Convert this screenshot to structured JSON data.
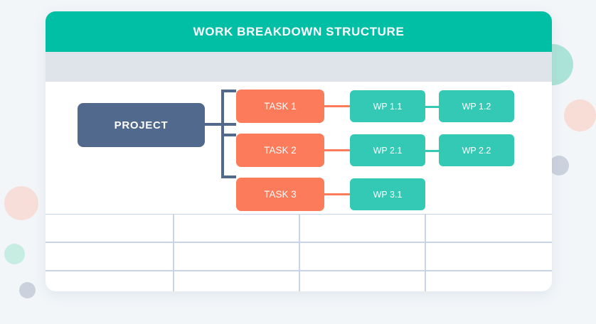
{
  "page": {
    "background_color": "#f2f6f9"
  },
  "card": {
    "header": {
      "title": "WORK BREAKDOWN STRUCTURE",
      "background_color": "#00bfa5",
      "text_color": "#ffffff"
    },
    "subheader_band": {
      "background_color": "#dfe4ea"
    }
  },
  "diagram": {
    "type": "work-breakdown-structure",
    "root": {
      "label": "PROJECT",
      "color": "#51698c"
    },
    "tasks": [
      {
        "label": "TASK 1",
        "color": "#fb7b5b",
        "work_packages": [
          {
            "label": "WP 1.1",
            "color": "#34c9b4"
          },
          {
            "label": "WP 1.2",
            "color": "#34c9b4"
          }
        ]
      },
      {
        "label": "TASK 2",
        "color": "#fb7b5b",
        "work_packages": [
          {
            "label": "WP 2.1",
            "color": "#34c9b4"
          },
          {
            "label": "WP 2.2",
            "color": "#34c9b4"
          }
        ]
      },
      {
        "label": "TASK 3",
        "color": "#fb7b5b",
        "work_packages": [
          {
            "label": "WP 3.1",
            "color": "#34c9b4"
          }
        ]
      }
    ],
    "connector_colors": {
      "project_to_task": "#51698c",
      "task_to_wp": "#fb7b5b",
      "wp_to_wp": "#34c9b4"
    }
  },
  "table": {
    "columns": 4,
    "rows": 3,
    "line_color": "#c8d4e8",
    "cells": [
      [
        "",
        "",
        "",
        ""
      ],
      [
        "",
        "",
        "",
        ""
      ],
      [
        "",
        "",
        "",
        ""
      ]
    ]
  },
  "decorations": {
    "circles": [
      {
        "name": "left-pink-circle",
        "color": "#f8ded8"
      },
      {
        "name": "left-mint-circle",
        "color": "#c7ece2"
      },
      {
        "name": "left-gray-circle",
        "color": "#ccd2dd"
      },
      {
        "name": "right-mint-circle",
        "color": "#a0dfd2"
      },
      {
        "name": "right-pink-circle",
        "color": "#f8ddd6"
      },
      {
        "name": "right-gray-circle",
        "color": "#ccd2dd"
      }
    ]
  }
}
